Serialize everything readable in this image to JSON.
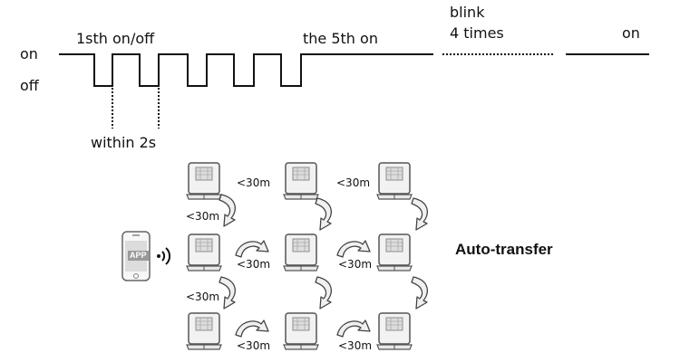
{
  "timing": {
    "on_label": "on",
    "off_label": "off",
    "first_label": "1sth on/off",
    "fifth_label": "the 5th on",
    "blink_label": "blink",
    "blink_times": "4 times",
    "on_end_label": "on",
    "within_label": "within 2s"
  },
  "transfer": {
    "title": "Auto-transfer",
    "app_label": "APP",
    "distances": [
      "<30m",
      "<30m",
      "<30m",
      "<30m",
      "<30m",
      "<30m",
      "<30m",
      "<30m"
    ]
  },
  "colors": {
    "line": "#111111",
    "fixture_body": "#f2f2f2",
    "fixture_stroke": "#555555",
    "arrow_fill": "#f0f0f0"
  }
}
